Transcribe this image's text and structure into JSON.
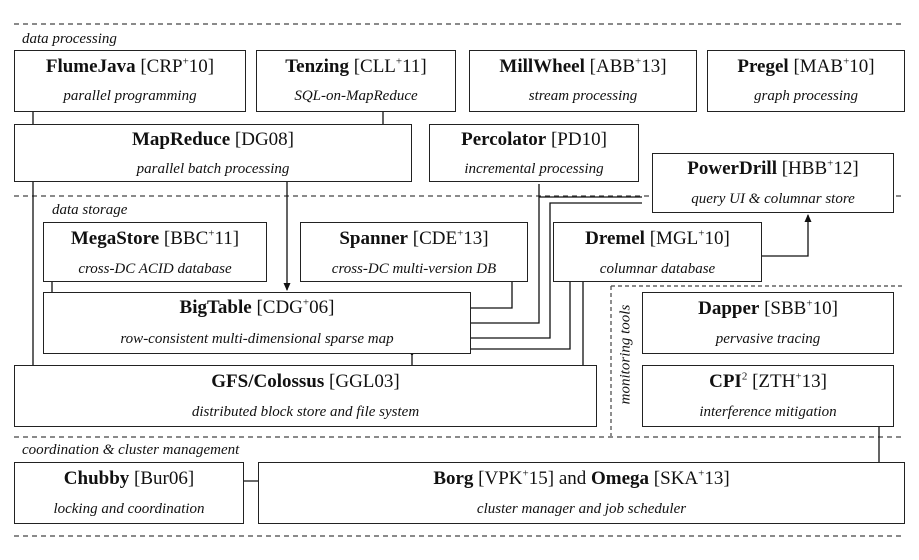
{
  "sections": {
    "data_processing": "data processing",
    "data_storage": "data storage",
    "monitoring_tools": "monitoring tools",
    "coordination": "coordination & cluster management"
  },
  "boxes": {
    "flumejava": {
      "name": "FlumeJava",
      "ref": "[CRP",
      "sup": "+",
      "ref_end": "10]",
      "desc": "parallel programming"
    },
    "tenzing": {
      "name": "Tenzing",
      "ref": "[CLL",
      "sup": "+",
      "ref_end": "11]",
      "desc": "SQL-on-MapReduce"
    },
    "millwheel": {
      "name": "MillWheel",
      "ref": "[ABB",
      "sup": "+",
      "ref_end": "13]",
      "desc": "stream processing"
    },
    "pregel": {
      "name": "Pregel",
      "ref": "[MAB",
      "sup": "+",
      "ref_end": "10]",
      "desc": "graph processing"
    },
    "mapreduce": {
      "name": "MapReduce",
      "ref": "[DG08]",
      "desc": "parallel batch processing"
    },
    "percolator": {
      "name": "Percolator",
      "ref": "[PD10]",
      "desc": "incremental processing"
    },
    "powerdrill": {
      "name": "PowerDrill",
      "ref": "[HBB",
      "sup": "+",
      "ref_end": "12]",
      "desc": "query UI & columnar store"
    },
    "megastore": {
      "name": "MegaStore",
      "ref": "[BBC",
      "sup": "+",
      "ref_end": "11]",
      "desc": "cross-DC ACID database"
    },
    "spanner": {
      "name": "Spanner",
      "ref": "[CDE",
      "sup": "+",
      "ref_end": "13]",
      "desc": "cross-DC multi-version DB"
    },
    "dremel": {
      "name": "Dremel",
      "ref": "[MGL",
      "sup": "+",
      "ref_end": "10]",
      "desc": "columnar database"
    },
    "bigtable": {
      "name": "BigTable",
      "ref": "[CDG",
      "sup": "+",
      "ref_end": "06]",
      "desc": "row-consistent multi-dimensional sparse map"
    },
    "gfs": {
      "name": "GFS/Colossus",
      "ref": "[GGL03]",
      "desc": "distributed block store and file system"
    },
    "dapper": {
      "name": "Dapper",
      "ref": "[SBB",
      "sup": "+",
      "ref_end": "10]",
      "desc": "pervasive tracing"
    },
    "cpi": {
      "name": "CPI",
      "name_sup": "2",
      "ref": "[ZTH",
      "sup": "+",
      "ref_end": "13]",
      "desc": "interference mitigation"
    },
    "chubby": {
      "name": "Chubby",
      "ref": "[Bur06]",
      "desc": "locking and coordination"
    },
    "borg": {
      "name": "Borg",
      "ref": "[VPK",
      "sup": "+",
      "ref_end": "15]",
      "mid": "and",
      "name2": "Omega",
      "ref2": "[SKA",
      "sup2": "+",
      "ref2_end": "13]",
      "desc": "cluster manager and job scheduler"
    }
  }
}
